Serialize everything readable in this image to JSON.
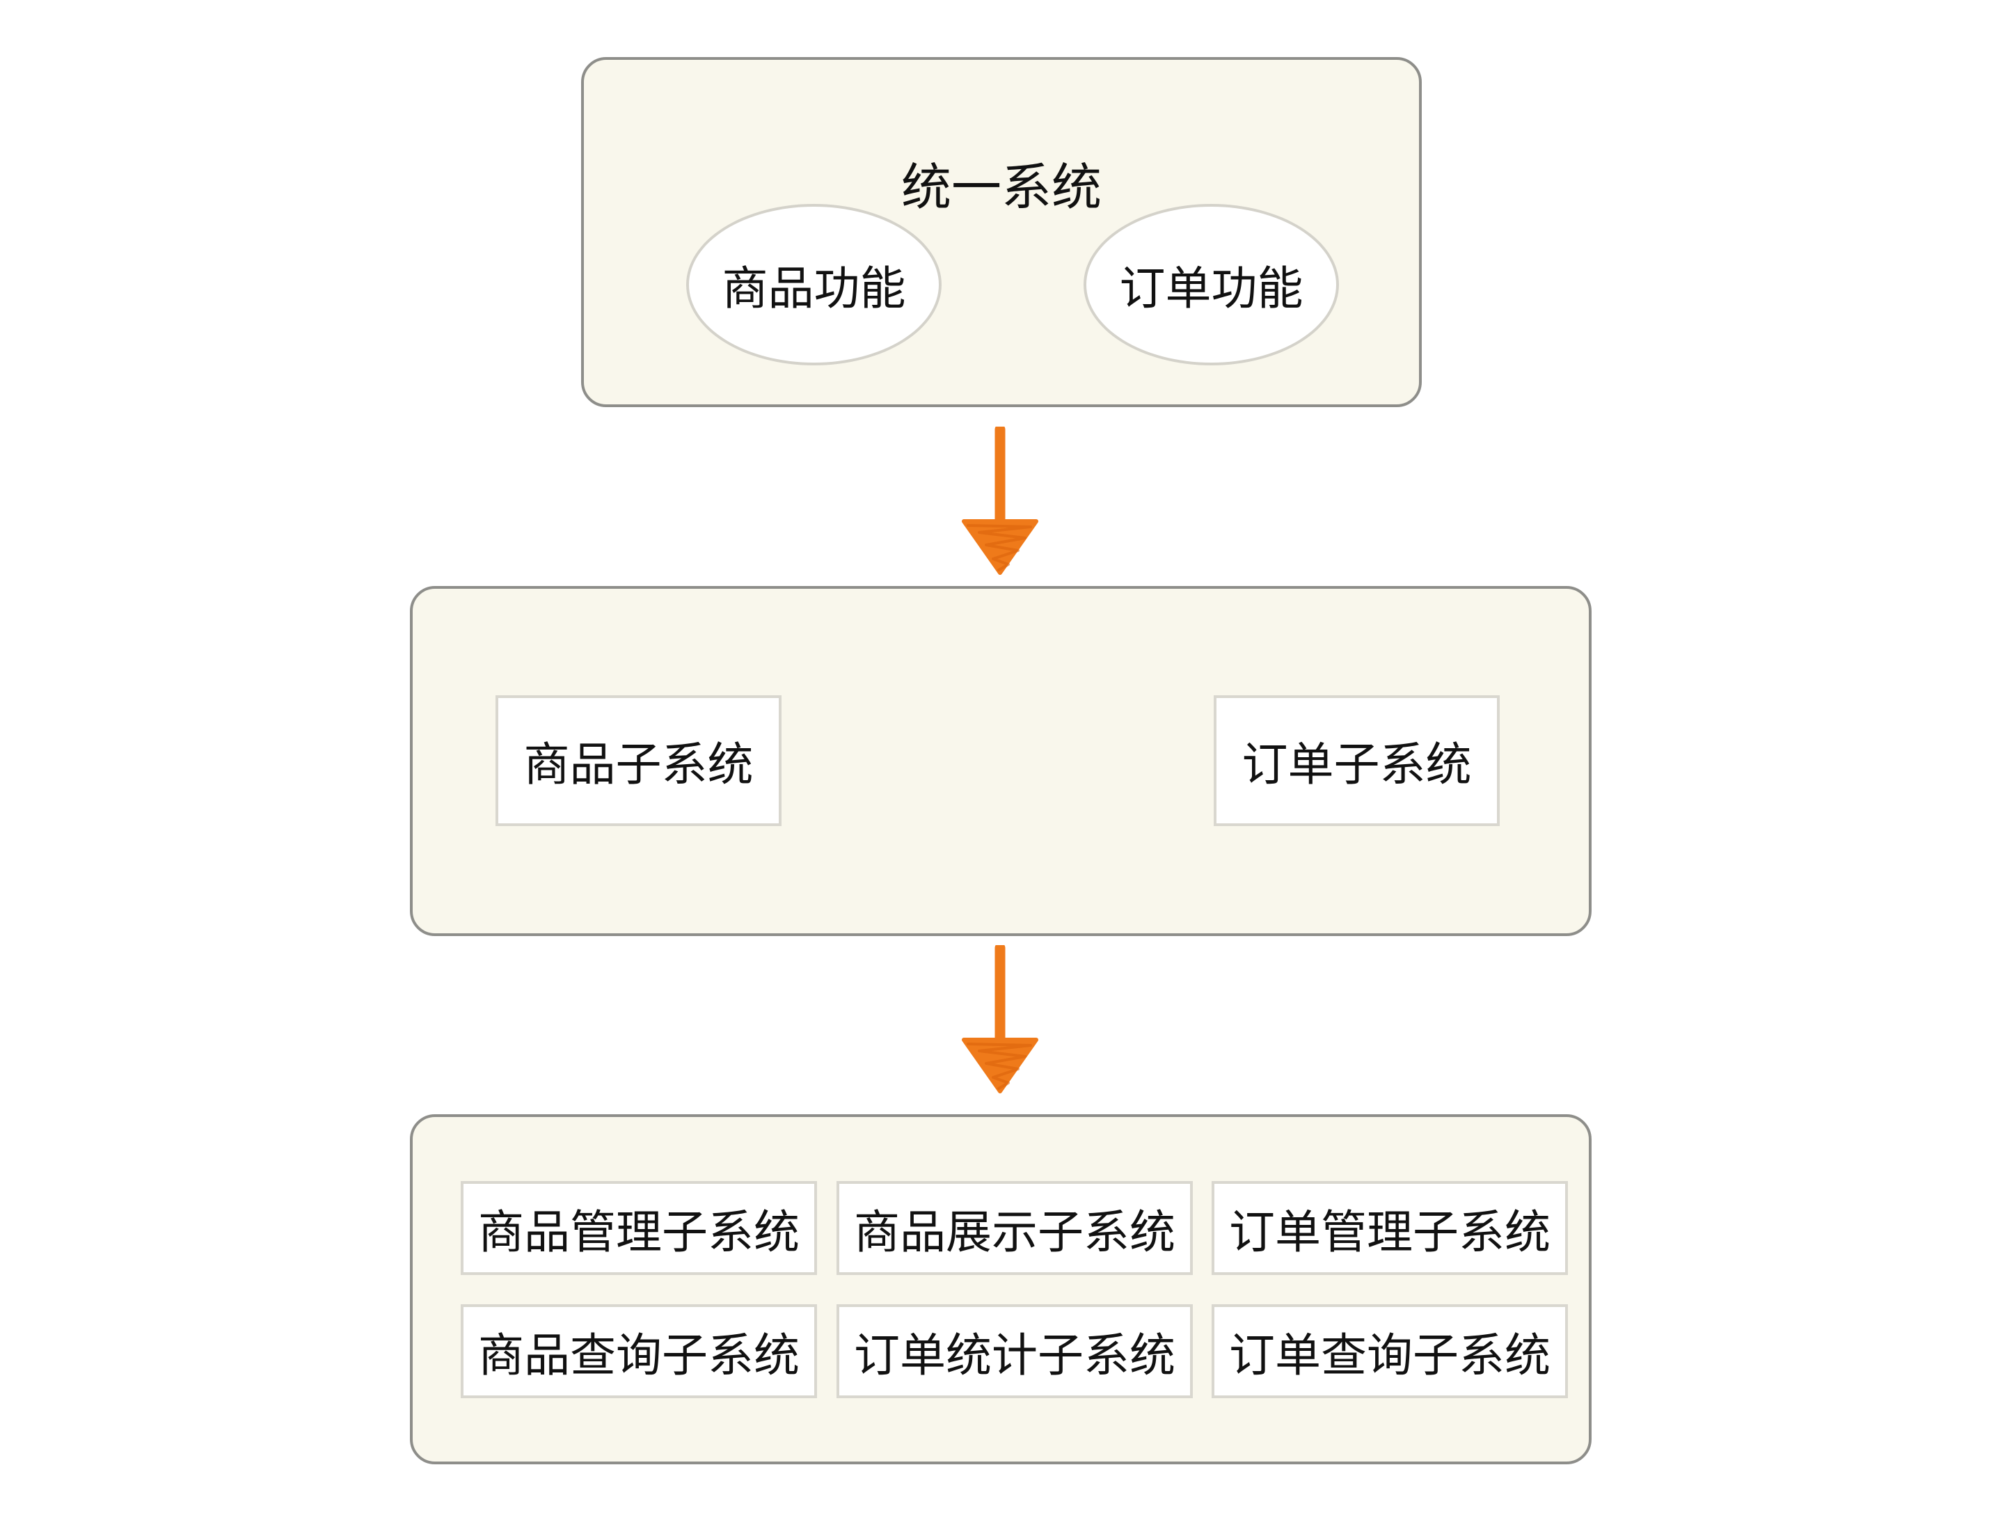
{
  "colors": {
    "panel_fill": "#f9f7ec",
    "panel_border": "#8e8e8a",
    "inner_border": "#d9d7cf",
    "arrow": "#ef7a1a"
  },
  "top": {
    "title": "统一系统",
    "features": [
      "商品功能",
      "订单功能"
    ]
  },
  "middle": {
    "subsystems": [
      "商品子系统",
      "订单子系统"
    ]
  },
  "bottom": {
    "subsystems": [
      "商品管理子系统",
      "商品展示子系统",
      "订单管理子系统",
      "商品查询子系统",
      "订单统计子系统",
      "订单查询子系统"
    ]
  },
  "arrows": [
    "arrow-down-icon",
    "arrow-down-icon"
  ]
}
